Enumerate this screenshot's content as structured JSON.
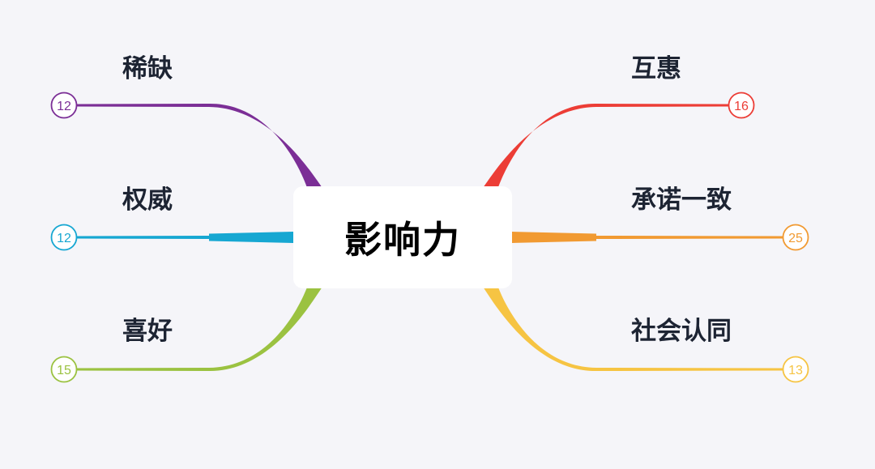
{
  "center": {
    "label": "影响力"
  },
  "branches": [
    {
      "id": "scarcity",
      "side": "left",
      "label": "稀缺",
      "count": "12",
      "color": "#7b2e96"
    },
    {
      "id": "authority",
      "side": "left",
      "label": "权威",
      "count": "12",
      "color": "#16a7d2"
    },
    {
      "id": "liking",
      "side": "left",
      "label": "喜好",
      "count": "15",
      "color": "#9bc241"
    },
    {
      "id": "reciprocity",
      "side": "right",
      "label": "互惠",
      "count": "16",
      "color": "#ec3d36"
    },
    {
      "id": "commitment",
      "side": "right",
      "label": "承诺一致",
      "count": "25",
      "color": "#f19a32"
    },
    {
      "id": "social-proof",
      "side": "right",
      "label": "社会认同",
      "count": "13",
      "color": "#f6c443"
    }
  ]
}
